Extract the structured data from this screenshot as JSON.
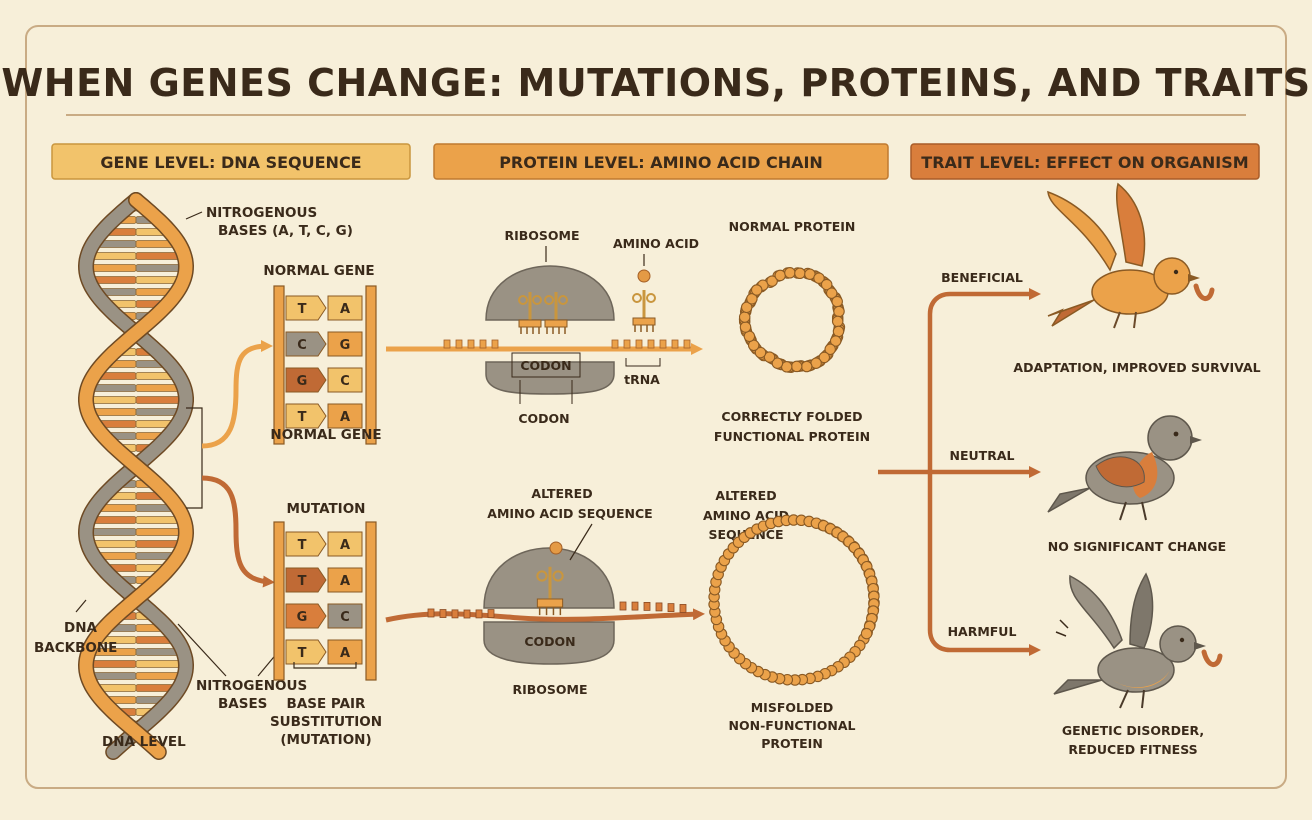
{
  "title": "WHEN GENES CHANGE: MUTATIONS, PROTEINS, AND TRAITS",
  "colors": {
    "background": "#f7efd9",
    "border": "#c9ab84",
    "ink": "#3a2a1a",
    "light_orange": "#f2c36b",
    "mid_orange": "#eba24a",
    "dark_orange": "#d97e3c",
    "brown": "#c06a35",
    "gray": "#9a9284"
  },
  "headers": {
    "gene": "GENE LEVEL: DNA SEQUENCE",
    "protein": "PROTEIN LEVEL: AMINO ACID CHAIN",
    "trait": "TRAIT LEVEL: EFFECT ON ORGANISM"
  },
  "dna": {
    "bases_label_1": "NITROGENOUS",
    "bases_label_2": "BASES (A, T, C, G)",
    "backbone_1": "DNA",
    "backbone_2": "BACKBONE",
    "bottom_bases_1": "NITROGENOUS",
    "bottom_bases_2": "BASES",
    "level": "DNA LEVEL"
  },
  "normal_gene": {
    "top_label": "NORMAL GENE",
    "bottom_label": "NORMAL GENE",
    "pairs": [
      [
        "T",
        "A"
      ],
      [
        "C",
        "G"
      ],
      [
        "G",
        "C"
      ],
      [
        "T",
        "A"
      ]
    ]
  },
  "mutation_gene": {
    "top_label": "MUTATION",
    "pairs": [
      [
        "T",
        "A"
      ],
      [
        "T",
        "A"
      ],
      [
        "G",
        "C"
      ],
      [
        "T",
        "A"
      ]
    ],
    "sub_1": "BASE PAIR",
    "sub_2": "SUBSTITUTION",
    "sub_3": "(MUTATION)"
  },
  "translation_top": {
    "ribosome": "RIBOSOME",
    "amino_acid": "AMINO ACID",
    "codon_inner": "CODON",
    "codon_below": "CODON",
    "trna": "tRNA"
  },
  "translation_bottom": {
    "altered_1": "ALTERED",
    "altered_2": "AMINO ACID SEQUENCE",
    "codon_inner": "CODON",
    "ribosome": "RIBOSOME"
  },
  "protein_top": {
    "label": "NORMAL PROTEIN",
    "desc_1": "CORRECTLY FOLDED",
    "desc_2": "FUNCTIONAL PROTEIN"
  },
  "protein_bottom": {
    "label_1": "ALTERED",
    "label_2": "AMINO ACID",
    "label_3": "SEQUENCE",
    "desc_1": "MISFOLDED",
    "desc_2": "NON-FUNCTIONAL",
    "desc_3": "PROTEIN"
  },
  "traits": {
    "beneficial": "BENEFICIAL",
    "beneficial_effect": "ADAPTATION, IMPROVED SURVIVAL",
    "neutral": "NEUTRAL",
    "neutral_effect": "NO SIGNIFICANT CHANGE",
    "harmful": "HARMFUL",
    "harmful_effect_1": "GENETIC DISORDER,",
    "harmful_effect_2": "REDUCED FITNESS"
  }
}
